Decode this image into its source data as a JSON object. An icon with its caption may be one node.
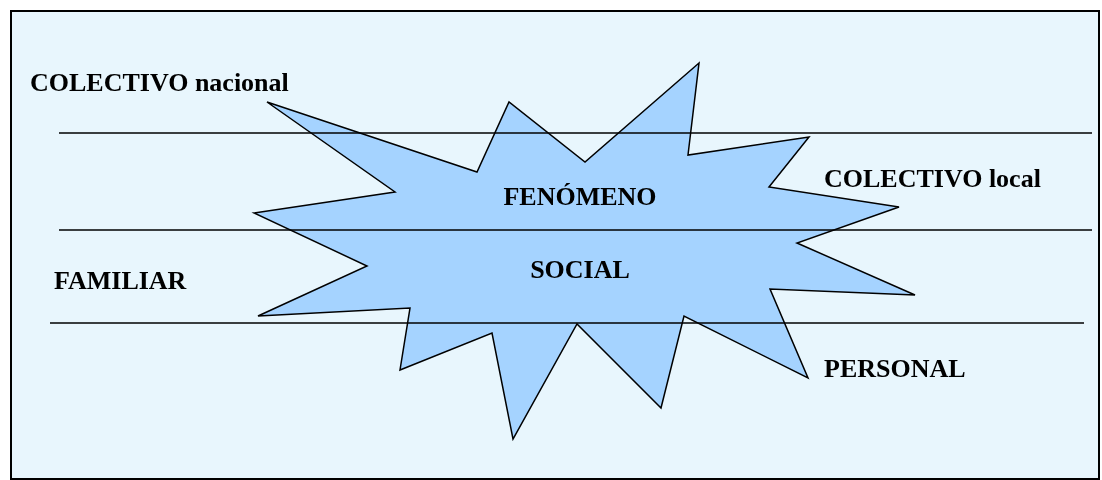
{
  "diagram": {
    "nodes": [
      {
        "text": [
          "FENÓMENO SOCIAL"
        ]
      }
    ],
    "labels": [
      "COLECTIVO nacional",
      "COLECTIVO local",
      "FAMILIAR",
      "PERSONAL"
    ]
  }
}
